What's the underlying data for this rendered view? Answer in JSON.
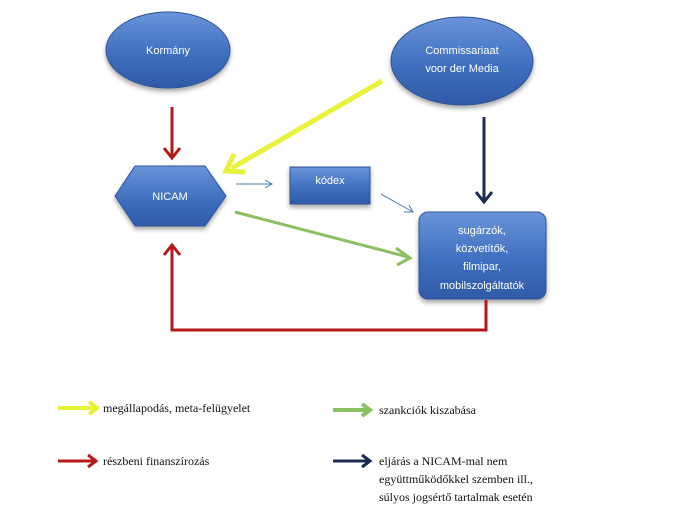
{
  "nodes": {
    "kormany": {
      "label": "Kormány"
    },
    "commissariaat": {
      "line1": "Commissariaat",
      "line2": "voor der Media"
    },
    "nicam": {
      "label": "NICAM"
    },
    "kodex": {
      "label": "kódex"
    },
    "sugarzok": {
      "line1": "sugárzók,",
      "line2": "közvetítők,",
      "line3": "filmipar,",
      "line4": "mobilszolgáltatók"
    }
  },
  "legend": {
    "yellow": {
      "label": "megállapodás, meta-felügyelet"
    },
    "green": {
      "label": "szankciók kiszabása"
    },
    "red": {
      "label": "részbeni finanszírozás"
    },
    "navy": {
      "line1": "eljárás a NICAM-mal nem",
      "line2": "együttműködőkkel szemben ill.,",
      "line3": "súlyos jogsértő tartalmak esetén"
    }
  },
  "colors": {
    "node_fill": "#4472c4",
    "node_fill_dark": "#2e5597",
    "arrow_yellow": "#e8f23a",
    "arrow_green": "#8cc163",
    "arrow_red": "#b51a1a",
    "arrow_navy": "#1c2b52",
    "arrow_blue_thin": "#4a78b8"
  }
}
